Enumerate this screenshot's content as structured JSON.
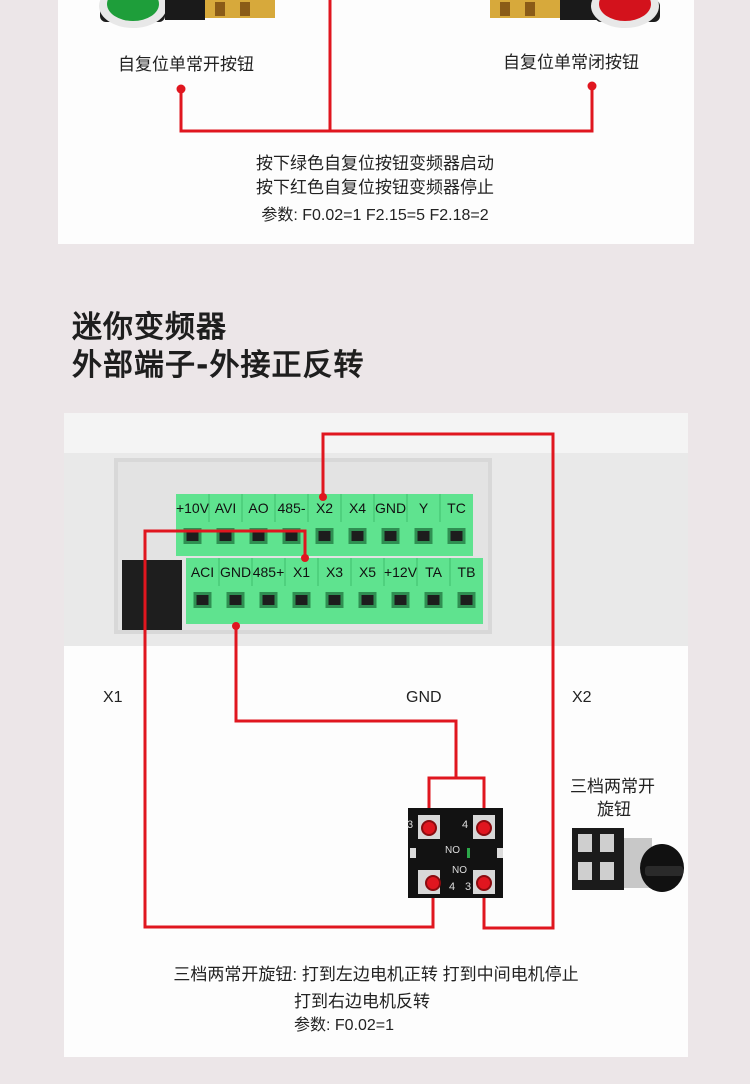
{
  "top_section": {
    "left_button_label": "自复位单常开按钮",
    "right_button_label": "自复位单常闭按钮",
    "desc_lines": [
      "按下绿色自复位按钮变频器启动",
      "按下红色自复位按钮变频器停止",
      "参数: F0.02=1  F2.15=5  F2.18=2"
    ]
  },
  "section_heading": {
    "line1": "迷你变频器",
    "line2": "外部端子-外接正反转"
  },
  "terminal_block": {
    "top_row": [
      "+10V",
      "AVI",
      "AO",
      "485-",
      "X2",
      "X4",
      "GND",
      "Y",
      "TC"
    ],
    "bottom_row": [
      "ACI",
      "GND",
      "485+",
      "X1",
      "X3",
      "X5",
      "+12V",
      "TA",
      "TB"
    ]
  },
  "wire_labels": {
    "x1": "X1",
    "gnd": "GND",
    "x2": "X2"
  },
  "switch": {
    "label_line1": "三档两常开",
    "label_line2": "旋钮",
    "contact_numbers": [
      "3",
      "4",
      "4",
      "3"
    ],
    "contact_text": "NO"
  },
  "bottom_desc": {
    "line1": "三档两常开旋钮: 打到左边电机正转 打到中间电机停止",
    "line2": "打到右边电机反转",
    "line3": "参数: F0.02=1"
  },
  "colors": {
    "wire": "#e0161f",
    "terminal_green": "#5fe38f",
    "background": "#ece6e8",
    "panel": "#fdfdfd"
  }
}
